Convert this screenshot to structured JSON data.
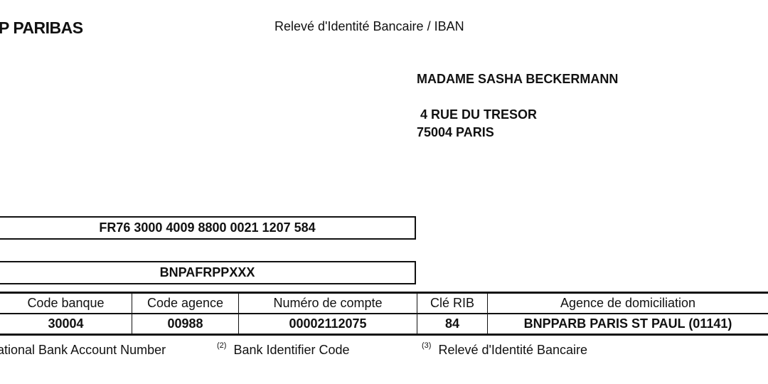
{
  "header": {
    "logo": "P PARIBAS",
    "title": "Relevé d'Identité Bancaire / IBAN"
  },
  "holder": {
    "name": "MADAME SASHA BECKERMANN",
    "address_line1": "4 RUE DU TRESOR",
    "address_line2": "75004 PARIS"
  },
  "iban": "FR76 3000 4009 8800 0021 1207 584",
  "bic": "BNPAFRPPXXX",
  "table": {
    "headers": [
      "Code banque",
      "Code agence",
      "Numéro de compte",
      "Clé RIB",
      "Agence de domiciliation"
    ],
    "values": [
      "30004",
      "00988",
      "00002112075",
      "84",
      "BNPPARB PARIS ST PAUL (01141)"
    ]
  },
  "footnotes": [
    {
      "mark": "",
      "text": "ational Bank Account Number"
    },
    {
      "mark": "(2)",
      "text": "Bank Identifier Code"
    },
    {
      "mark": "(3)",
      "text": "Relevé d'Identité Bancaire"
    }
  ]
}
